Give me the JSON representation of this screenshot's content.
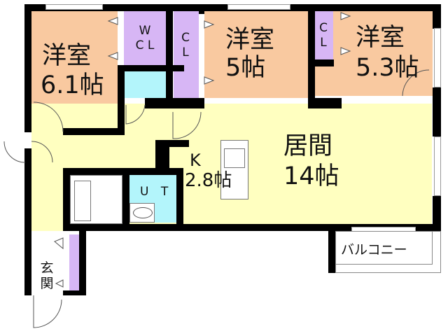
{
  "floorplan": {
    "colors": {
      "bedroom": "#f9c9a0",
      "living": "#ffffc0",
      "closet": "#d7b6f5",
      "wet": "#b3f5fb",
      "wall": "#000000"
    },
    "rooms": {
      "bedroom_west": {
        "name": "洋室",
        "size": "6.1帖"
      },
      "wcl": {
        "line1": "W",
        "line2": "C L"
      },
      "cl_mid": {
        "line1": "C",
        "line2": "L"
      },
      "bedroom_mid": {
        "name": "洋室",
        "size": "5帖"
      },
      "cl_east": {
        "line1": "C",
        "line2": "L"
      },
      "bedroom_east": {
        "name": "洋室",
        "size": "5.3帖"
      },
      "living": {
        "name": "居間",
        "size": "14帖"
      },
      "kitchen": {
        "name": "K",
        "size": "2.8帖"
      },
      "utility": {
        "name": "U T"
      },
      "entrance": {
        "line1": "玄",
        "line2": "関"
      },
      "balcony": {
        "name": "バルコニー"
      }
    }
  }
}
